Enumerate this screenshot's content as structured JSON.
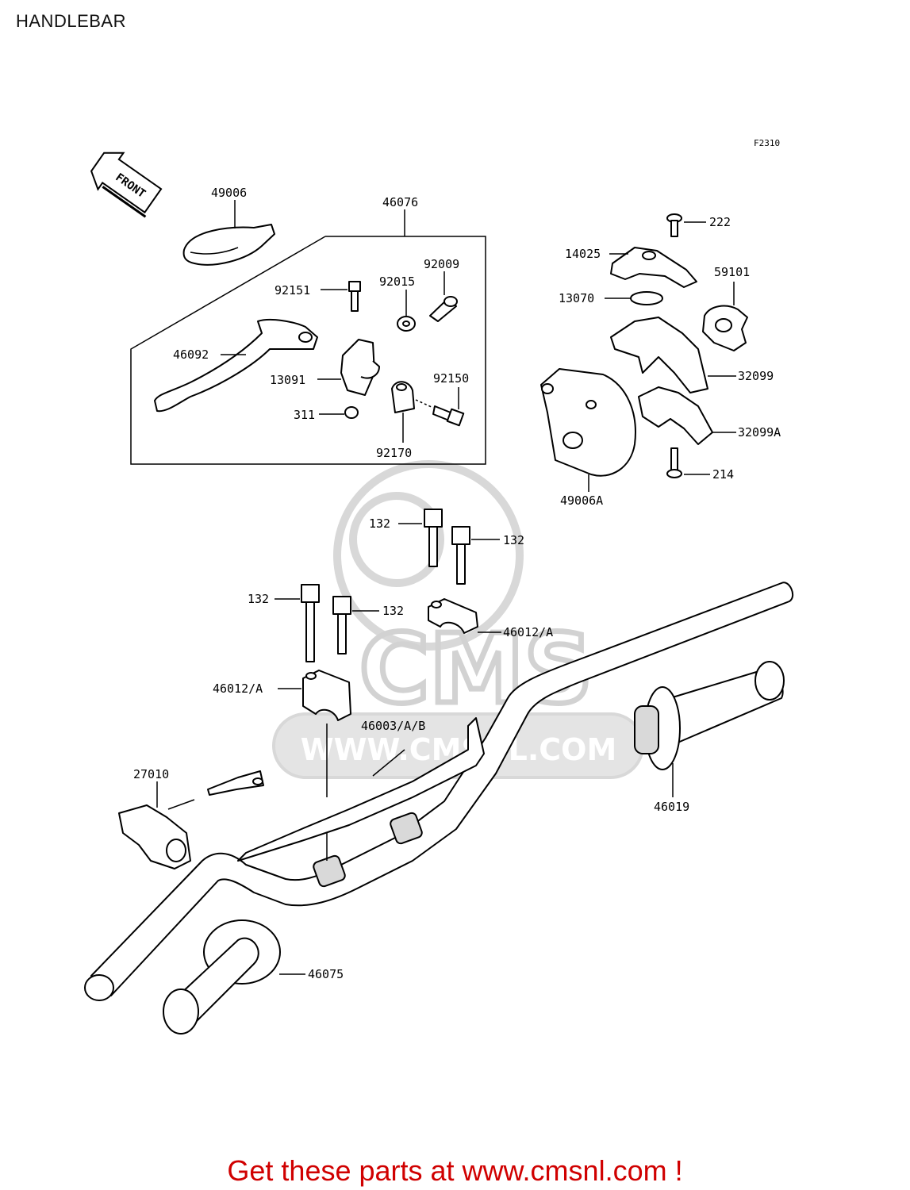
{
  "page": {
    "title": "HANDLEBAR",
    "figure_code": "F2310",
    "front_marker": "FRONT"
  },
  "watermark": {
    "brand": "CMS",
    "url": "WWW.CMSNL.COM"
  },
  "callouts": {
    "c49006": "49006",
    "c46076": "46076",
    "c92009": "92009",
    "c92015": "92015",
    "c92151": "92151",
    "c46092": "46092",
    "c13091": "13091",
    "c92150": "92150",
    "c311": "311",
    "c92170": "92170",
    "c222": "222",
    "c14025": "14025",
    "c59101": "59101",
    "c13070": "13070",
    "c32099": "32099",
    "c32099a": "32099A",
    "c214": "214",
    "c49006a": "49006A",
    "c132a": "132",
    "c132b": "132",
    "c132c": "132",
    "c132d": "132",
    "c46012a": "46012/A",
    "c46012b": "46012/A",
    "c46003": "46003/A/B",
    "c27010": "27010",
    "c46019": "46019",
    "c46075": "46075"
  },
  "footer": {
    "promo_text": "Get these parts at www.cmsnl.com !"
  }
}
